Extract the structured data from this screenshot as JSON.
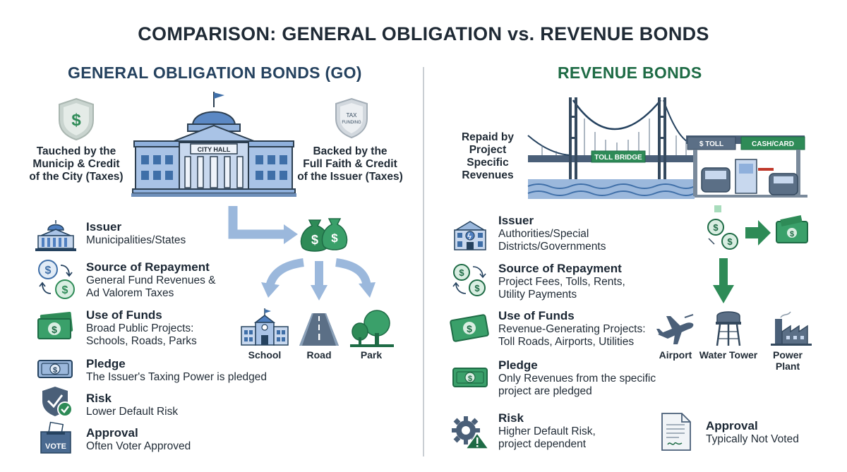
{
  "title": "COMPARISON: GENERAL OBLIGATION vs. REVENUE BONDS",
  "go": {
    "heading": "GENERAL OBLIGATION BONDS (GO)",
    "left_caption": [
      "Tauched by the",
      "Municip & Credit",
      "of the City (Taxes)"
    ],
    "right_caption": [
      "Backed by the",
      "Full Faith & Credit",
      "of the Issuer (Taxes)"
    ],
    "city_hall_label": "CITY HALL",
    "tax_badge": [
      "TAX",
      "FUNDING"
    ],
    "items": [
      {
        "title": "Issuer",
        "text": [
          "Municipalities/States"
        ]
      },
      {
        "title": "Source of Repayment",
        "text": [
          "General Fund Revenues &",
          "Ad Valorem Taxes"
        ]
      },
      {
        "title": "Use of Funds",
        "text": [
          "Broad Public Projects:",
          "Schools, Roads, Parks"
        ]
      },
      {
        "title": "Pledge",
        "text": [
          "The Issuer's Taxing Power is pledged"
        ]
      },
      {
        "title": "Risk",
        "text": [
          "Lower Default Risk"
        ]
      },
      {
        "title": "Approval",
        "text": [
          "Often Voter Approved"
        ]
      }
    ],
    "vote_label": "VOTE",
    "projects": [
      "School",
      "Road",
      "Park"
    ]
  },
  "revenue": {
    "heading": "REVENUE BONDS",
    "caption": [
      "Repaid by",
      "Project",
      "Specific",
      "Revenues"
    ],
    "toll_bridge_sign": "TOLL BRIDGE",
    "toll_sign": "$ TOLL",
    "cash_card_sign": "CASH/CARD",
    "items": [
      {
        "title": "Issuer",
        "text": [
          "Authorities/Special",
          "Districts/Governments"
        ]
      },
      {
        "title": "Source of Repayment",
        "text": [
          "Project Fees, Tolls, Rents,",
          "Utility Payments"
        ]
      },
      {
        "title": "Use of Funds",
        "text": [
          "Revenue-Generating Projects:",
          "Toll Roads, Airports, Utilities"
        ]
      },
      {
        "title": "Pledge",
        "text": [
          "Only Revenues from the specific",
          "project are pledged"
        ]
      },
      {
        "title": "Risk",
        "text": [
          "Higher Default Risk,",
          "project dependent"
        ]
      },
      {
        "title": "Approval",
        "text": [
          "Typically Not Voted"
        ]
      }
    ],
    "projects": [
      "Airport",
      "Water Tower",
      "Power Plant"
    ]
  },
  "colors": {
    "go_blue": "#25425f",
    "light_blue": "#9bb8dc",
    "rev_green": "#1e6b45",
    "money_green": "#2e8b57"
  }
}
